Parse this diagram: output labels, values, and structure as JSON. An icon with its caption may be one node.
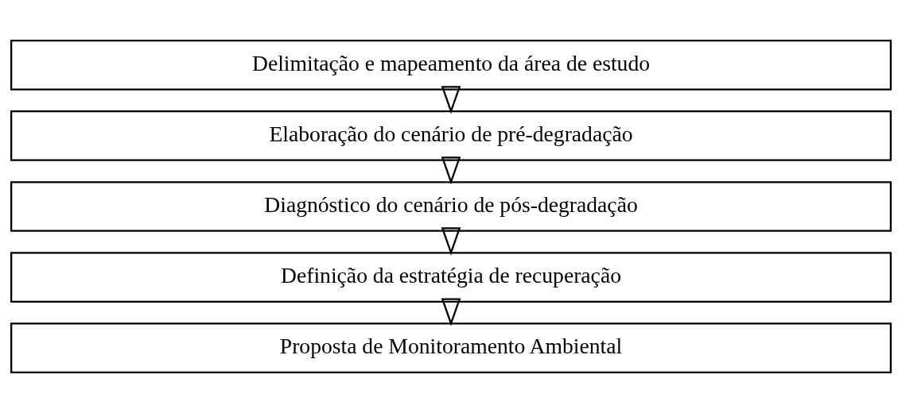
{
  "diagram": {
    "nodes": [
      {
        "text": [
          "Delimitação e mapeamento da área de estudo"
        ]
      },
      {
        "text": [
          "Elaboração do cenário de pré-degradação"
        ]
      },
      {
        "text": [
          "Diagnóstico do cenário de pós-degradação"
        ]
      },
      {
        "text": [
          "Definição da estratégia de recuperação"
        ]
      },
      {
        "text": [
          "Proposta de Monitoramento Ambiental"
        ]
      }
    ],
    "edges": [
      {
        "from": 0,
        "to": 1,
        "arrow": "to"
      },
      {
        "from": 1,
        "to": 2,
        "arrow": "to"
      },
      {
        "from": 2,
        "to": 3,
        "arrow": "to"
      },
      {
        "from": 3,
        "to": 4,
        "arrow": "to"
      }
    ]
  }
}
